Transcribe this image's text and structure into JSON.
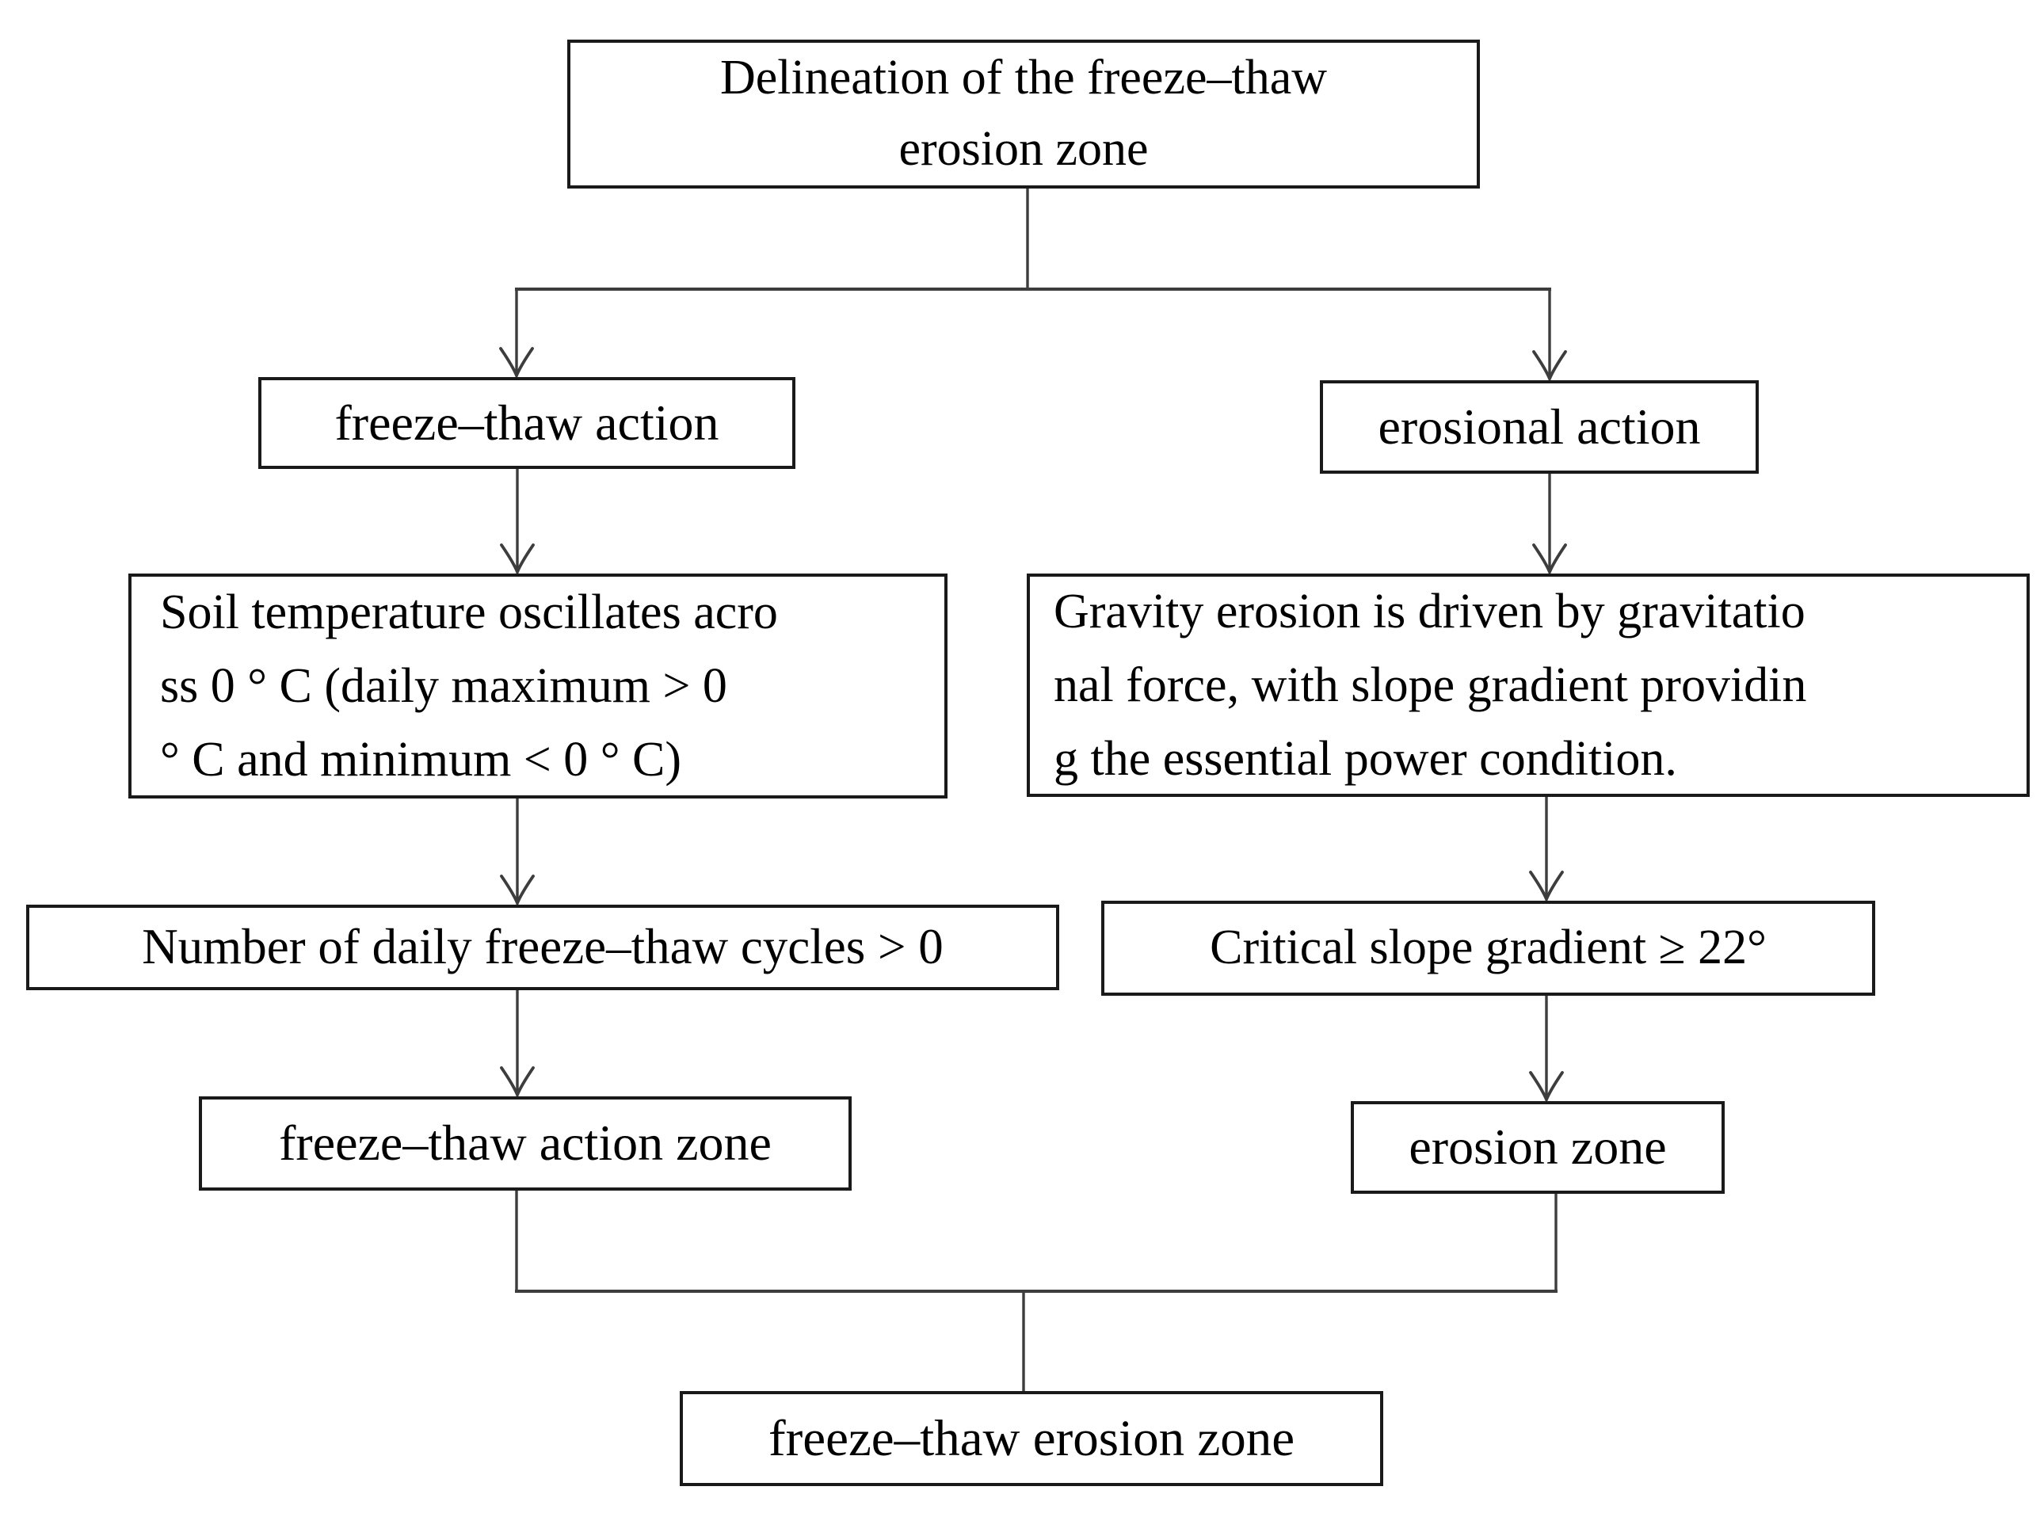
{
  "figure": {
    "background": "#ffffff",
    "box_border_color": "#1a1a1a",
    "connector_color": "#3d3d3d",
    "text_color": "#000000"
  },
  "nodes": {
    "title": {
      "text": "Delineation of the freeze–thaw\nerosion zone"
    },
    "freeze_thaw_action": {
      "text": "freeze–thaw action"
    },
    "erosional_action": {
      "text": "erosional action"
    },
    "soil_temperature": {
      "text": "Soil temperature oscillates acro\nss 0 ° C (daily maximum > 0\n° C and minimum < 0 ° C)"
    },
    "gravity_erosion": {
      "text": "Gravity erosion is driven by gravitatio\nnal force, with slope gradient providin\ng the essential power condition."
    },
    "daily_cycles": {
      "text": "Number of daily freeze–thaw cycles > 0"
    },
    "critical_slope": {
      "text": "Critical slope gradient ≥ 22°"
    },
    "freeze_thaw_action_zone": {
      "text": "freeze–thaw action zone"
    },
    "erosion_zone": {
      "text": "erosion zone"
    },
    "freeze_thaw_erosion_zone": {
      "text": "freeze–thaw erosion zone"
    }
  }
}
